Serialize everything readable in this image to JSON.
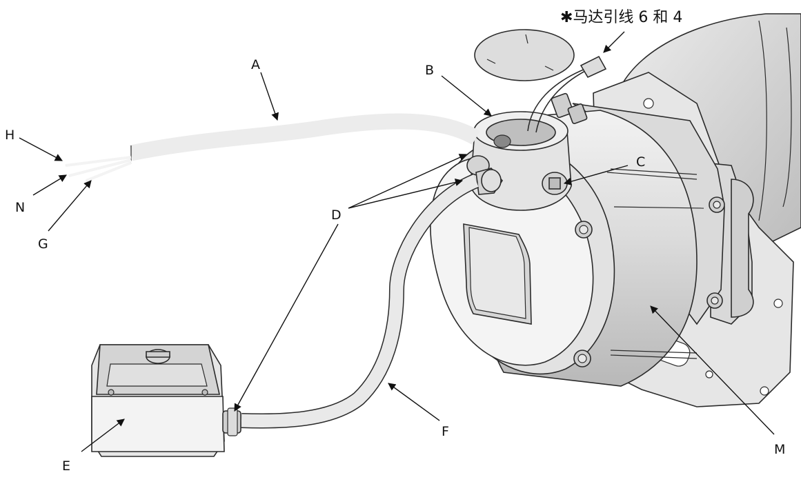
{
  "header": {
    "motor_leads_note": "✱马达引线 6 和 4"
  },
  "labels": {
    "A": "A",
    "B": "B",
    "C": "C",
    "D": "D",
    "E": "E",
    "F": "F",
    "G": "G",
    "H": "H",
    "M": "M",
    "N": "N"
  }
}
